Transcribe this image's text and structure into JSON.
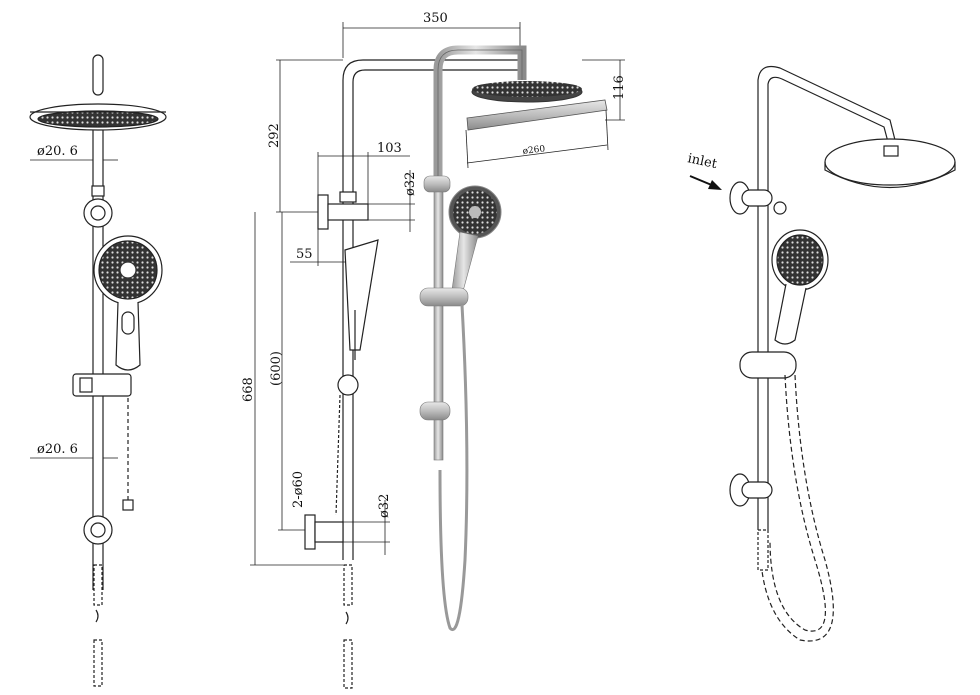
{
  "colors": {
    "line": "#222222",
    "dark": "#333333",
    "metal": "#c9c9c9",
    "metal_dark": "#8f8f8f"
  },
  "views": {
    "front": {
      "dim_arm_diameter": "ø20. 6",
      "dim_rail_diameter": "ø20. 6"
    },
    "side": {
      "dim_arm_length": "350",
      "dim_upper_height": "292",
      "dim_diverter_depth": "103",
      "dim_inlet_diameter": "ø32",
      "dim_handset_offset": "55",
      "dim_total_height": "668",
      "dim_centres": "(600)",
      "dim_mount_holes": "2-ø60",
      "dim_bottom_diameter": "ø32"
    },
    "render": {
      "dim_head_height": "116",
      "dim_head_diameter": "ø260"
    },
    "iso": {
      "inlet_label": "inlet"
    }
  }
}
